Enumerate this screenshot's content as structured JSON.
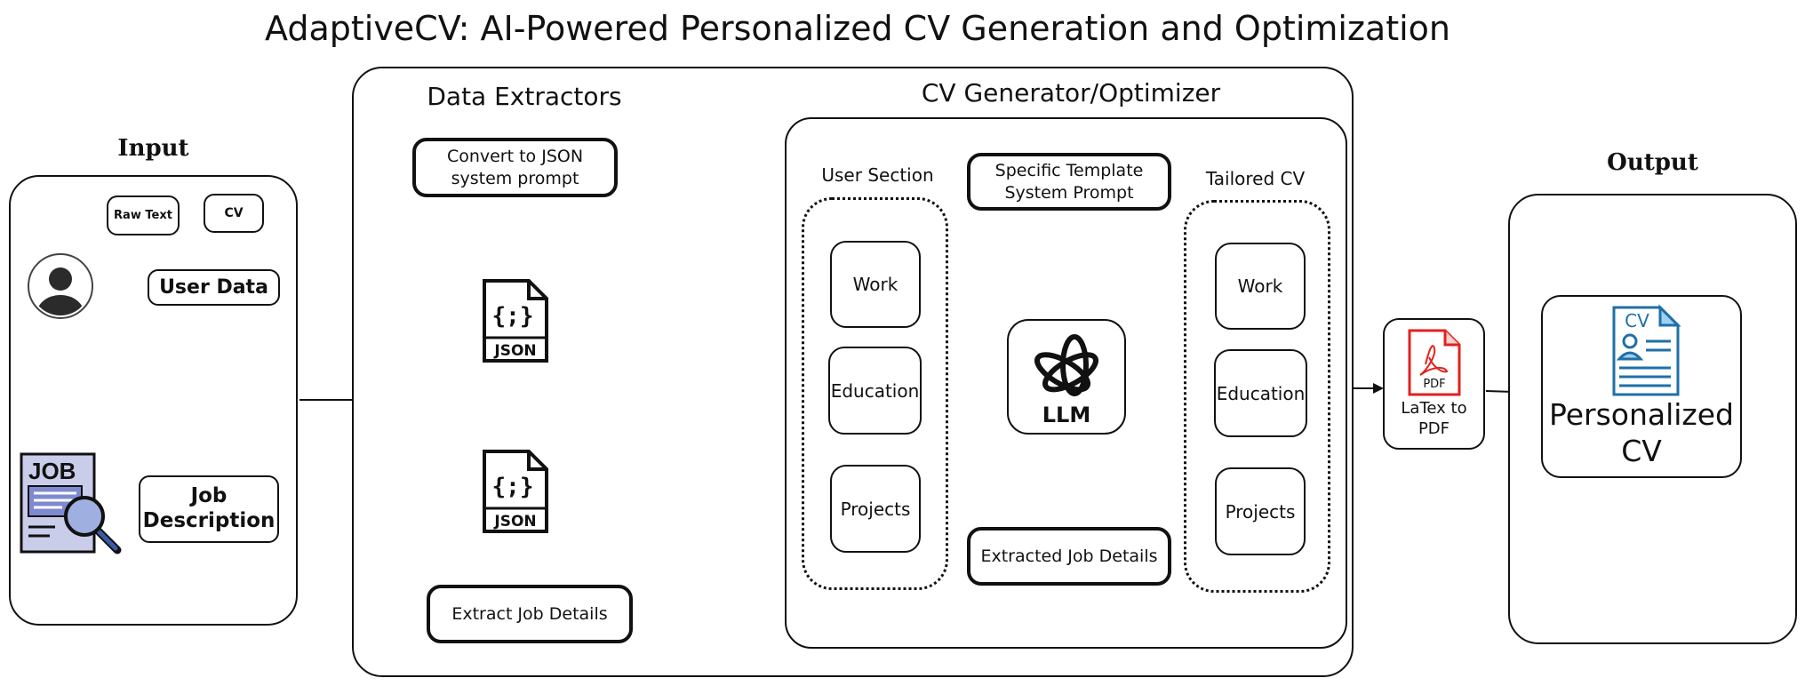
{
  "title": "AdaptiveCV: AI-Powered Personalized CV Generation and Optimization",
  "input": {
    "heading": "Input",
    "raw_text": "Raw Text",
    "cv": "CV",
    "user_data": "User Data",
    "job_icon_text": "JOB",
    "job_description": "Job Description"
  },
  "extractors": {
    "heading": "Data Extractors",
    "prompt": "Convert to JSON system prompt",
    "json_label": "JSON",
    "json_glyph": "{;}",
    "extract_job": "Extract Job Details"
  },
  "generator": {
    "heading": "CV Generator/Optimizer",
    "user_section": {
      "label": "User Section",
      "items": [
        "Work",
        "Education",
        "Projects"
      ]
    },
    "template_prompt": "Specific Template System Prompt",
    "llm_label": "LLM",
    "extracted_job": "Extracted Job Details",
    "tailored_cv": {
      "label": "Tailored CV",
      "items": [
        "Work",
        "Education",
        "Projects"
      ]
    }
  },
  "converter": {
    "pdf_badge": "PDF",
    "label": "LaTex to PDF"
  },
  "output": {
    "heading": "Output",
    "cv_badge": "CV",
    "result": "Personalized CV"
  },
  "colors": {
    "pdf_red": "#e3211c",
    "cv_blue": "#1f6fa8",
    "job_blue": "#3a5aa8",
    "line": "#111111"
  }
}
